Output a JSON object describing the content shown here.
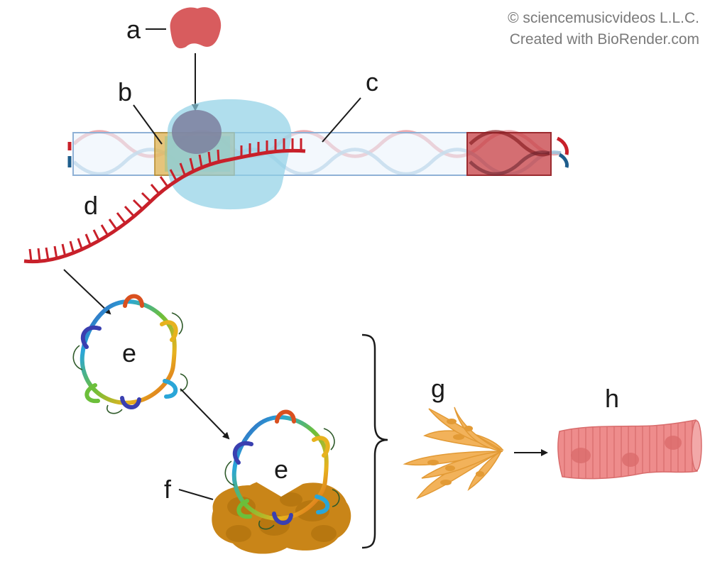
{
  "credits": {
    "line1": "© sciencemusicvideos L.L.C.",
    "line2": "Created with BioRender.com"
  },
  "labels": {
    "a": "a",
    "b": "b",
    "c": "c",
    "d": "d",
    "e1": "e",
    "e2": "e",
    "f": "f",
    "g": "g",
    "h": "h"
  },
  "colors": {
    "rna_strand": "#c8202a",
    "dna_strand_blue": "#1e5d8c",
    "rna_polymerase": "#8fd0e6",
    "transcription_factor": "#d85c5e",
    "muscle_tissue": "#ee8c8c",
    "cell": "#f2b25a",
    "myogenic_target": "#c98518"
  }
}
